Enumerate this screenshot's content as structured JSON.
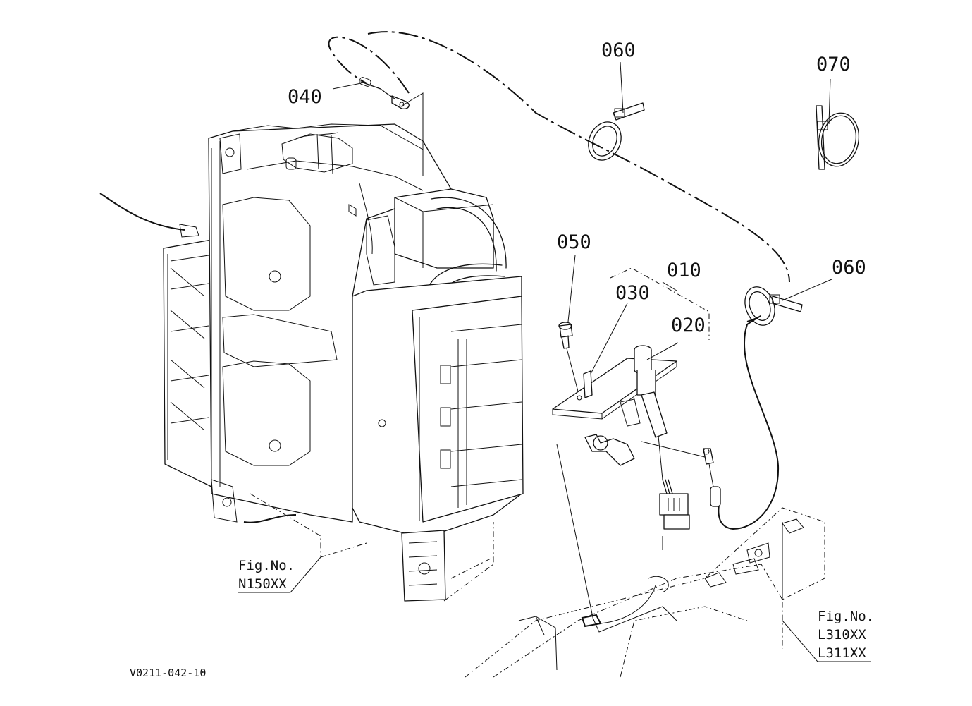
{
  "part_labels": {
    "p010": "010",
    "p020": "020",
    "p030": "030",
    "p040": "040",
    "p050": "050",
    "p060_top": "060",
    "p060_right": "060",
    "p070": "070"
  },
  "fig_refs": {
    "left_line1": "Fig.No.",
    "left_line2": "N150XX",
    "right_line1": "Fig.No.",
    "right_line2": "L310XX",
    "right_line3": "L311XX"
  },
  "drawing_code": "V0211-042-10"
}
